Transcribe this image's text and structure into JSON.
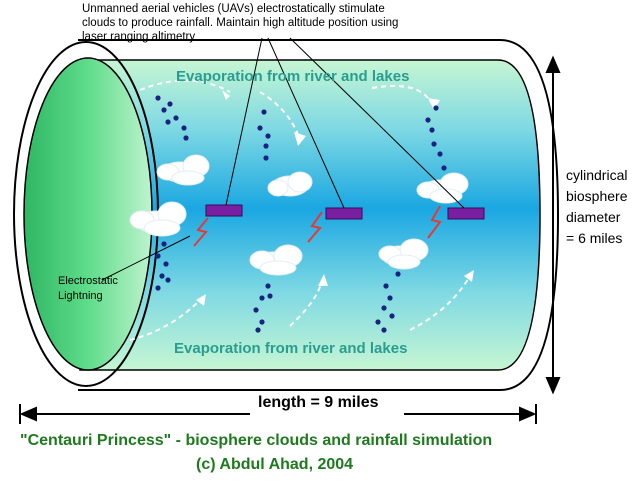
{
  "annotation": {
    "lines": [
      "Unmanned aerial vehicles (UAVs) electrostatically stimulate",
      "clouds to produce rainfall. Maintain high altitude position using",
      "laser ranging altimetry"
    ]
  },
  "labels": {
    "evaporation_top": "Evaporation from river and lakes",
    "evaporation_bottom": "Evaporation from river and lakes",
    "lightning": [
      "Electrostatic",
      "Lightning"
    ],
    "diameter": [
      "cylindrical",
      "biosphere",
      "diameter",
      "= 6 miles"
    ],
    "length": "length = 9 miles"
  },
  "caption": {
    "title": "\"Centauri Princess\" - biosphere clouds and rainfall simulation",
    "credit": "(c) Abdul Ahad, 2004"
  },
  "colors": {
    "cylinder_light": "#b8f5d0",
    "cylinder_mid": "#1fa9e1",
    "end_cap": "#4fd17a",
    "uav": "#7b1fa2",
    "lightning": "#e53935",
    "rain": "#1a237e",
    "caption": "#1f7a1f",
    "evaporation_text": "#2a9d8f"
  }
}
